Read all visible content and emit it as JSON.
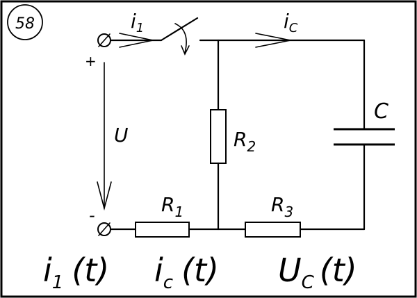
{
  "badge": "58",
  "labels": {
    "i1": "i",
    "i1_sub": "1",
    "ic": "i",
    "ic_sub": "C",
    "plus": "+",
    "minus": "-",
    "u": "U",
    "r1": "R",
    "r1_sub": "1",
    "r2": "R",
    "r2_sub": "2",
    "r3": "R",
    "r3_sub": "3",
    "c": "C"
  },
  "caption": {
    "f1": "i",
    "f1_sub": "1",
    "f1_arg": "(t)",
    "f2": "i",
    "f2_sub": "c",
    "f2_arg": "(t)",
    "f3": "U",
    "f3_sub": "C",
    "f3_arg": "(t)"
  }
}
